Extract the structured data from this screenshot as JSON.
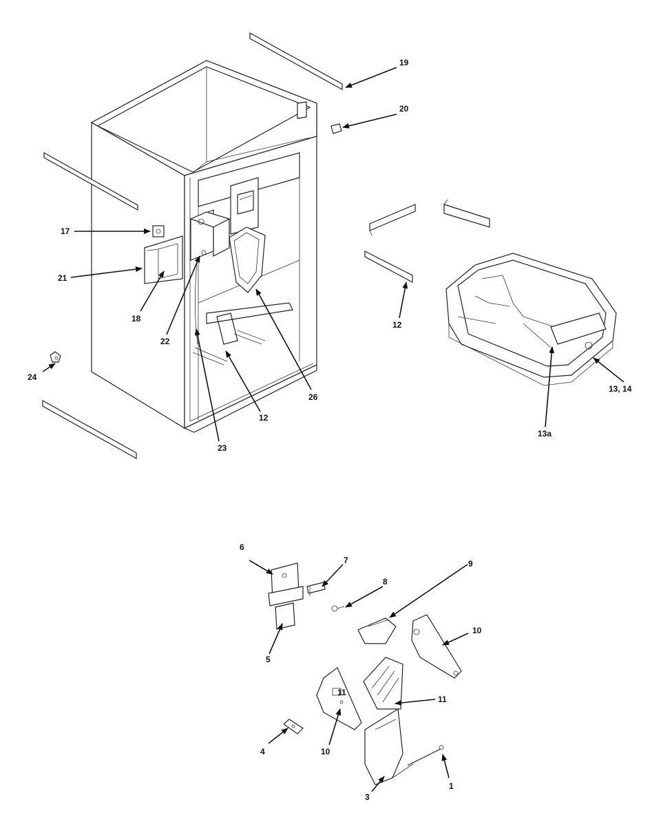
{
  "callouts": {
    "c19": "19",
    "c20": "20",
    "c17": "17",
    "c21": "21",
    "c18": "18",
    "c22": "22",
    "c24": "24",
    "c23": "23",
    "c12a": "12",
    "c26": "26",
    "c12b": "12",
    "c13a": "13a",
    "c1314": "13, 14",
    "c6": "6",
    "c7": "7",
    "c8": "8",
    "c9": "9",
    "c10a": "10",
    "c5": "5",
    "c11a": "11",
    "c11b": "11",
    "c4": "4",
    "c10b": "10",
    "c1": "1",
    "c3": "3"
  }
}
